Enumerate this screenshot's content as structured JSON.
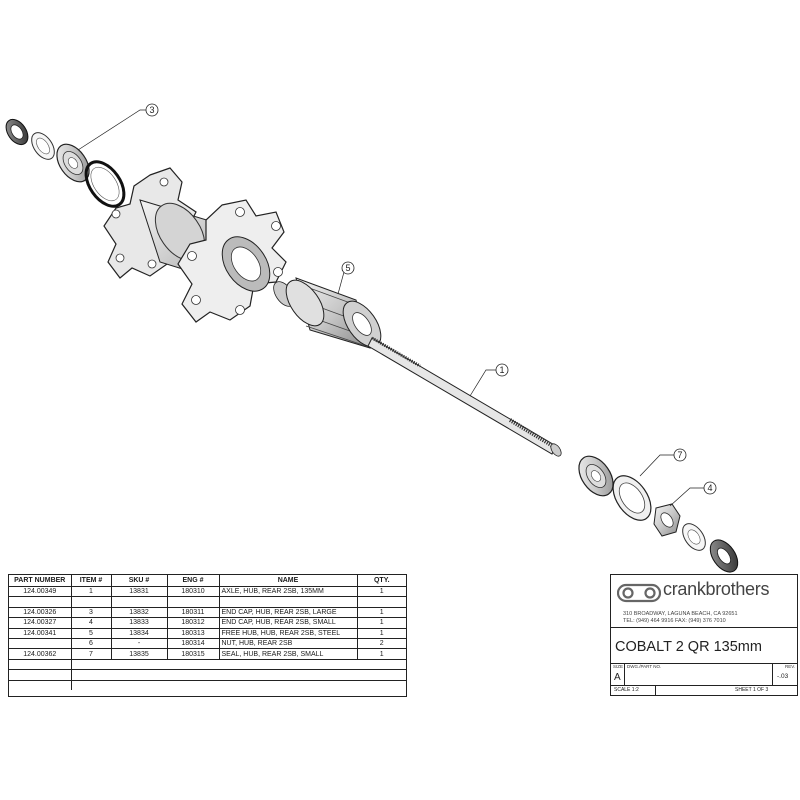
{
  "callouts": {
    "c1": "1",
    "c3": "3",
    "c4": "4",
    "c5": "5",
    "c7": "7"
  },
  "parts_table": {
    "headers": [
      "PART NUMBER",
      "ITEM #",
      "SKU #",
      "ENG #",
      "NAME",
      "QTY."
    ],
    "rows": [
      [
        "124.00349",
        "1",
        "13831",
        "180310",
        "AXLE, HUB, REAR 2SB, 135MM",
        "1"
      ],
      [
        "",
        "",
        "",
        "",
        "",
        ""
      ],
      [
        "124.00326",
        "3",
        "13832",
        "180311",
        "END CAP, HUB, REAR 2SB, LARGE",
        "1"
      ],
      [
        "124.00327",
        "4",
        "13833",
        "180312",
        "END CAP, HUB, REAR 2SB, SMALL",
        "1"
      ],
      [
        "124.00341",
        "5",
        "13834",
        "180313",
        "FREE HUB, HUB, REAR 2SB, STEEL",
        "1"
      ],
      [
        "",
        "6",
        "-",
        "180314",
        "NUT, HUB, REAR 2SB",
        "2"
      ],
      [
        "124.00362",
        "7",
        "13835",
        "180315",
        "SEAL, HUB, REAR 2SB, SMALL",
        "1"
      ]
    ]
  },
  "title_block": {
    "brand": "crankbrothers",
    "address_line1": "310 BROADWAY, LAGUNA BEACH, CA 92651",
    "address_line2": "TEL: (949) 464 9916 FAX: (949) 376 7010",
    "title": "COBALT 2 QR 135mm",
    "size_label": "SIZE",
    "size_value": "A",
    "dwg_label": "DWG./PART NO.",
    "rev_label": "REV.",
    "rev_value": "-.03",
    "scale": "SCALE 1:2",
    "sheet": "SHEET 1 OF 3"
  }
}
